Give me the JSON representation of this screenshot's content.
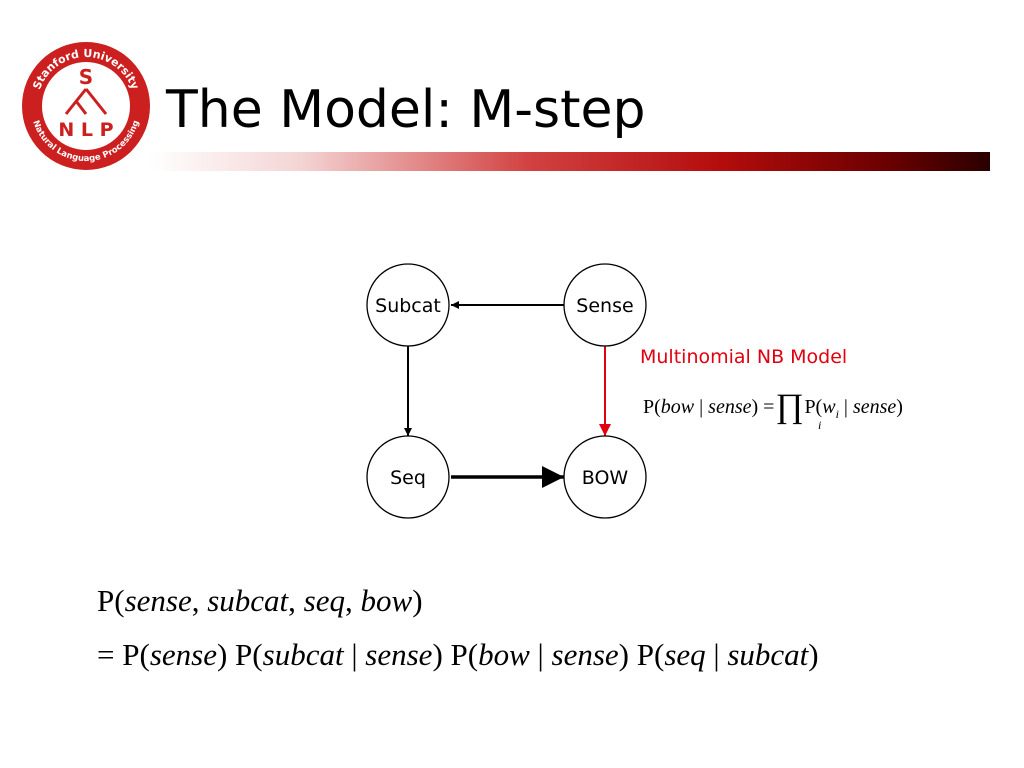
{
  "slide": {
    "title": "The Model: M-step"
  },
  "logo": {
    "ring_top_text": "Stanford University",
    "ring_bottom_text": "Natural Language Processing",
    "letter_s": "S",
    "letters_nlp": "N L P",
    "color": "#cc1f1f"
  },
  "diagram": {
    "nodes": [
      {
        "id": "subcat",
        "label": "Subcat"
      },
      {
        "id": "sense",
        "label": "Sense"
      },
      {
        "id": "seq",
        "label": "Seq"
      },
      {
        "id": "bow",
        "label": "BOW"
      }
    ],
    "edges": [
      {
        "from": "sense",
        "to": "subcat",
        "style": "normal",
        "color": "#000000"
      },
      {
        "from": "subcat",
        "to": "seq",
        "style": "normal",
        "color": "#000000"
      },
      {
        "from": "seq",
        "to": "bow",
        "style": "bold",
        "color": "#000000"
      },
      {
        "from": "sense",
        "to": "bow",
        "style": "normal",
        "color": "#e0000f"
      }
    ],
    "highlight_color": "#e0000f"
  },
  "annotation": {
    "model_label": "Multinomial NB Model",
    "eq": {
      "p1": "P(",
      "bow": "bow",
      "bar1": " | ",
      "sense1": "sense",
      "close_eq": ") =",
      "prod": "∏",
      "p2": "P(",
      "w": "w",
      "sub_i": "i",
      "bar2": " | ",
      "sense2": "sense",
      "close": ")",
      "prod_index": "i"
    }
  },
  "joint": {
    "line1": {
      "p": "P(",
      "sense": "sense",
      "c1": ", ",
      "subcat": "subcat",
      "c2": ", ",
      "seq": "seq",
      "c3": ", ",
      "bow": "bow",
      "close": ")"
    },
    "line2": {
      "eq": "= ",
      "p1": "P(",
      "sense1": "sense",
      "cp1": ")",
      "p2": " P(",
      "subcat1": "subcat",
      "bar1": " | ",
      "sense2": "sense",
      "cp2": ")",
      "p3": " P(",
      "bow": "bow",
      "bar2": " | ",
      "sense3": "sense",
      "cp3": ")",
      "p4": " P(",
      "seq": "seq",
      "bar3": " | ",
      "subcat2": "subcat",
      "cp4": ")"
    }
  }
}
